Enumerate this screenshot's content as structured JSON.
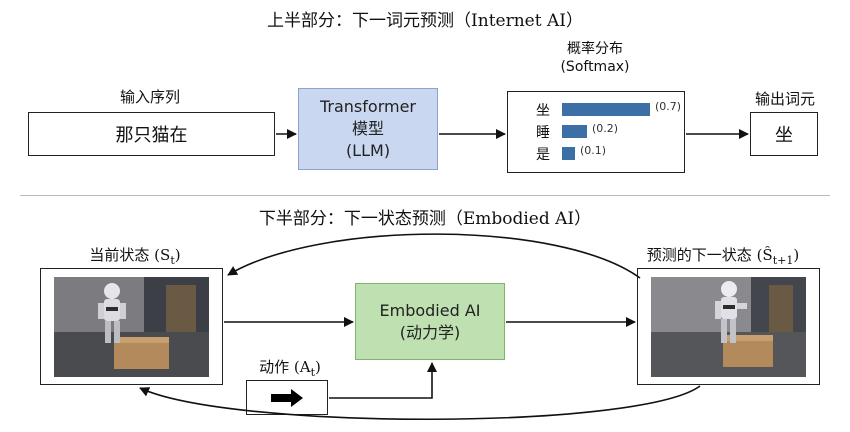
{
  "top": {
    "title": "上半部分：下一词元预测（Internet AI）",
    "input_label": "输入序列",
    "input_text": "那只猫在",
    "model_lines": [
      "Transformer",
      "模型",
      "(LLM)"
    ],
    "dist_label_line1": "概率分布",
    "dist_label_line2": "(Softmax)",
    "distribution": [
      {
        "token": "坐",
        "prob": 0.7,
        "label": "(0.7)"
      },
      {
        "token": "睡",
        "prob": 0.2,
        "label": "(0.2)"
      },
      {
        "token": "是",
        "prob": 0.1,
        "label": "(0.1)"
      }
    ],
    "output_label": "输出词元",
    "output_text": "坐"
  },
  "bottom": {
    "title": "下半部分：下一状态预测（Embodied AI）",
    "current_label": "当前状态 (S",
    "current_sub": "t",
    "current_close": ")",
    "predicted_label": "预测的下一状态 (Ŝ",
    "predicted_sub": "t+1",
    "predicted_close": ")",
    "model_lines": [
      "Embodied AI",
      "(动力学)"
    ],
    "action_label": "动作 (A",
    "action_sub": "t",
    "action_close": ")"
  },
  "colors": {
    "llm_box": "#c9d8f0",
    "embodied_box": "#bfe1b2",
    "bar": "#3b6fa5"
  }
}
